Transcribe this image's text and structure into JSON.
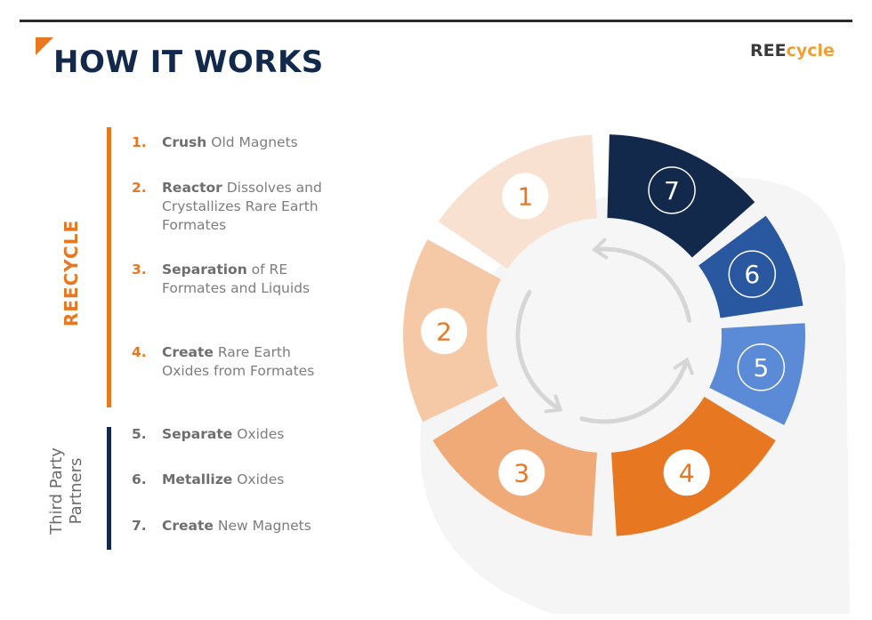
{
  "header": {
    "title": "HOW IT WORKS",
    "logo_part1": "REE",
    "logo_part2": "cycle"
  },
  "groups": {
    "reecycle": "REECYCLE",
    "partners_line1": "Third Party",
    "partners_line2": "Partners"
  },
  "steps": [
    {
      "num": "1.",
      "bold": "Crush",
      "rest": " Old Magnets"
    },
    {
      "num": "2.",
      "bold": "Reactor",
      "rest": " Dissolves and Crystallizes Rare Earth Formates"
    },
    {
      "num": "3.",
      "bold": "Separation",
      "rest": " of RE Formates and Liquids"
    },
    {
      "num": "4.",
      "bold": "Create",
      "rest": " Rare Earth Oxides from Formates"
    },
    {
      "num": "5.",
      "bold": "Separate",
      "rest": " Oxides"
    },
    {
      "num": "6.",
      "bold": "Metallize",
      "rest": " Oxides"
    },
    {
      "num": "7.",
      "bold": "Create",
      "rest": " New Magnets"
    }
  ],
  "ring": [
    {
      "label": "1",
      "color": "#f9e1d1",
      "style": "filled"
    },
    {
      "label": "2",
      "color": "#f5c8a6",
      "style": "filled"
    },
    {
      "label": "3",
      "color": "#f0aa78",
      "style": "filled"
    },
    {
      "label": "4",
      "color": "#e87722",
      "style": "filled"
    },
    {
      "label": "5",
      "color": "#5b8bd6",
      "style": "outline"
    },
    {
      "label": "6",
      "color": "#2a58a0",
      "style": "outline"
    },
    {
      "label": "7",
      "color": "#13294b",
      "style": "outline"
    }
  ],
  "colors": {
    "orange": "#e87722",
    "navy": "#13294b",
    "arrow": "#d6d6d6"
  }
}
